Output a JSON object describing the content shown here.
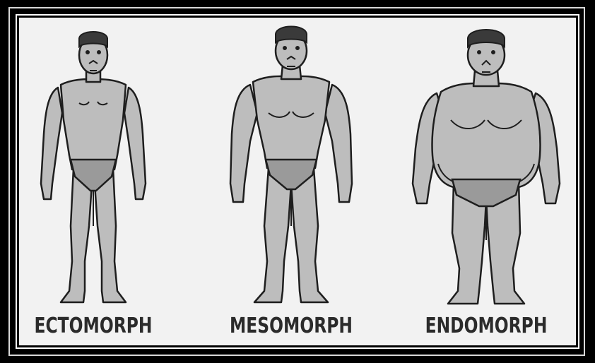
{
  "figures": [
    {
      "label": "ECTOMORPH"
    },
    {
      "label": "MESOMORPH"
    },
    {
      "label": "ENDOMORPH"
    }
  ],
  "colors": {
    "skin": "#bdbdbd",
    "outline": "#1e1e1e",
    "hair": "#3a3a3a",
    "briefs": "#9a9a9a",
    "background": "#f2f2f2"
  }
}
